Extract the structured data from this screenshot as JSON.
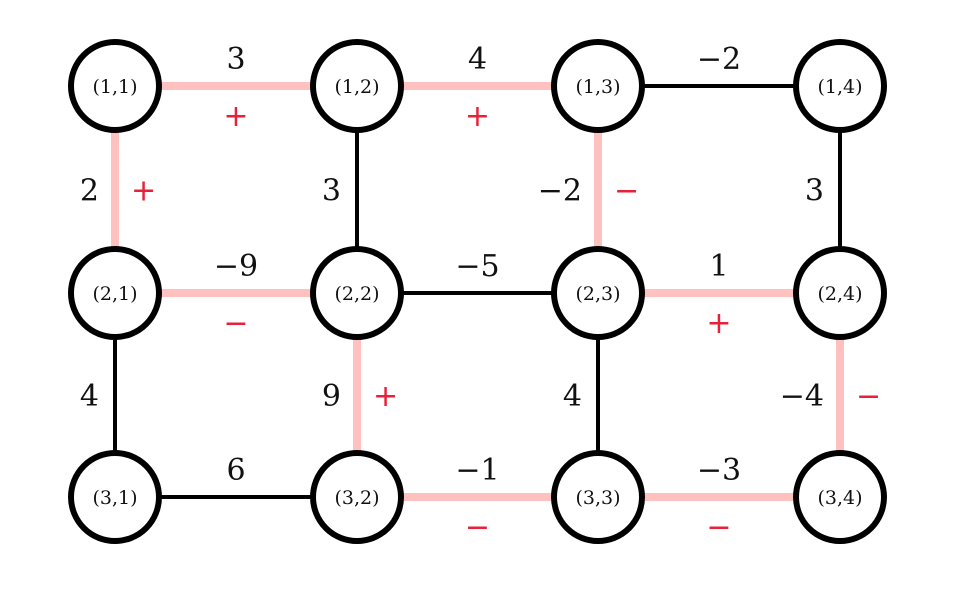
{
  "colors": {
    "highlight": "#ffc0c0",
    "sign": "#e8203a",
    "edge": "#000000"
  },
  "nodes": [
    {
      "id": "1,1",
      "label": "(1,1)",
      "row": 1,
      "col": 1
    },
    {
      "id": "1,2",
      "label": "(1,2)",
      "row": 1,
      "col": 2
    },
    {
      "id": "1,3",
      "label": "(1,3)",
      "row": 1,
      "col": 3
    },
    {
      "id": "1,4",
      "label": "(1,4)",
      "row": 1,
      "col": 4
    },
    {
      "id": "2,1",
      "label": "(2,1)",
      "row": 2,
      "col": 1
    },
    {
      "id": "2,2",
      "label": "(2,2)",
      "row": 2,
      "col": 2
    },
    {
      "id": "2,3",
      "label": "(2,3)",
      "row": 2,
      "col": 3
    },
    {
      "id": "2,4",
      "label": "(2,4)",
      "row": 2,
      "col": 4
    },
    {
      "id": "3,1",
      "label": "(3,1)",
      "row": 3,
      "col": 1
    },
    {
      "id": "3,2",
      "label": "(3,2)",
      "row": 3,
      "col": 2
    },
    {
      "id": "3,3",
      "label": "(3,3)",
      "row": 3,
      "col": 3
    },
    {
      "id": "3,4",
      "label": "(3,4)",
      "row": 3,
      "col": 4
    }
  ],
  "edges": [
    {
      "from": "1,1",
      "to": "1,2",
      "weight": "3",
      "highlighted": true,
      "sign": "+"
    },
    {
      "from": "1,2",
      "to": "1,3",
      "weight": "4",
      "highlighted": true,
      "sign": "+"
    },
    {
      "from": "1,3",
      "to": "1,4",
      "weight": "−2",
      "highlighted": false,
      "sign": ""
    },
    {
      "from": "2,1",
      "to": "2,2",
      "weight": "−9",
      "highlighted": true,
      "sign": "−"
    },
    {
      "from": "2,2",
      "to": "2,3",
      "weight": "−5",
      "highlighted": false,
      "sign": ""
    },
    {
      "from": "2,3",
      "to": "2,4",
      "weight": "1",
      "highlighted": true,
      "sign": "+"
    },
    {
      "from": "3,1",
      "to": "3,2",
      "weight": "6",
      "highlighted": false,
      "sign": ""
    },
    {
      "from": "3,2",
      "to": "3,3",
      "weight": "−1",
      "highlighted": true,
      "sign": "−"
    },
    {
      "from": "3,3",
      "to": "3,4",
      "weight": "−3",
      "highlighted": true,
      "sign": "−"
    },
    {
      "from": "1,1",
      "to": "2,1",
      "weight": "2",
      "highlighted": true,
      "sign": "+"
    },
    {
      "from": "2,1",
      "to": "3,1",
      "weight": "4",
      "highlighted": false,
      "sign": ""
    },
    {
      "from": "1,2",
      "to": "2,2",
      "weight": "3",
      "highlighted": false,
      "sign": ""
    },
    {
      "from": "2,2",
      "to": "3,2",
      "weight": "9",
      "highlighted": true,
      "sign": "+"
    },
    {
      "from": "1,3",
      "to": "2,3",
      "weight": "−2",
      "highlighted": true,
      "sign": "−"
    },
    {
      "from": "2,3",
      "to": "3,3",
      "weight": "4",
      "highlighted": false,
      "sign": ""
    },
    {
      "from": "1,4",
      "to": "2,4",
      "weight": "3",
      "highlighted": false,
      "sign": ""
    },
    {
      "from": "2,4",
      "to": "3,4",
      "weight": "−4",
      "highlighted": true,
      "sign": "−"
    }
  ]
}
